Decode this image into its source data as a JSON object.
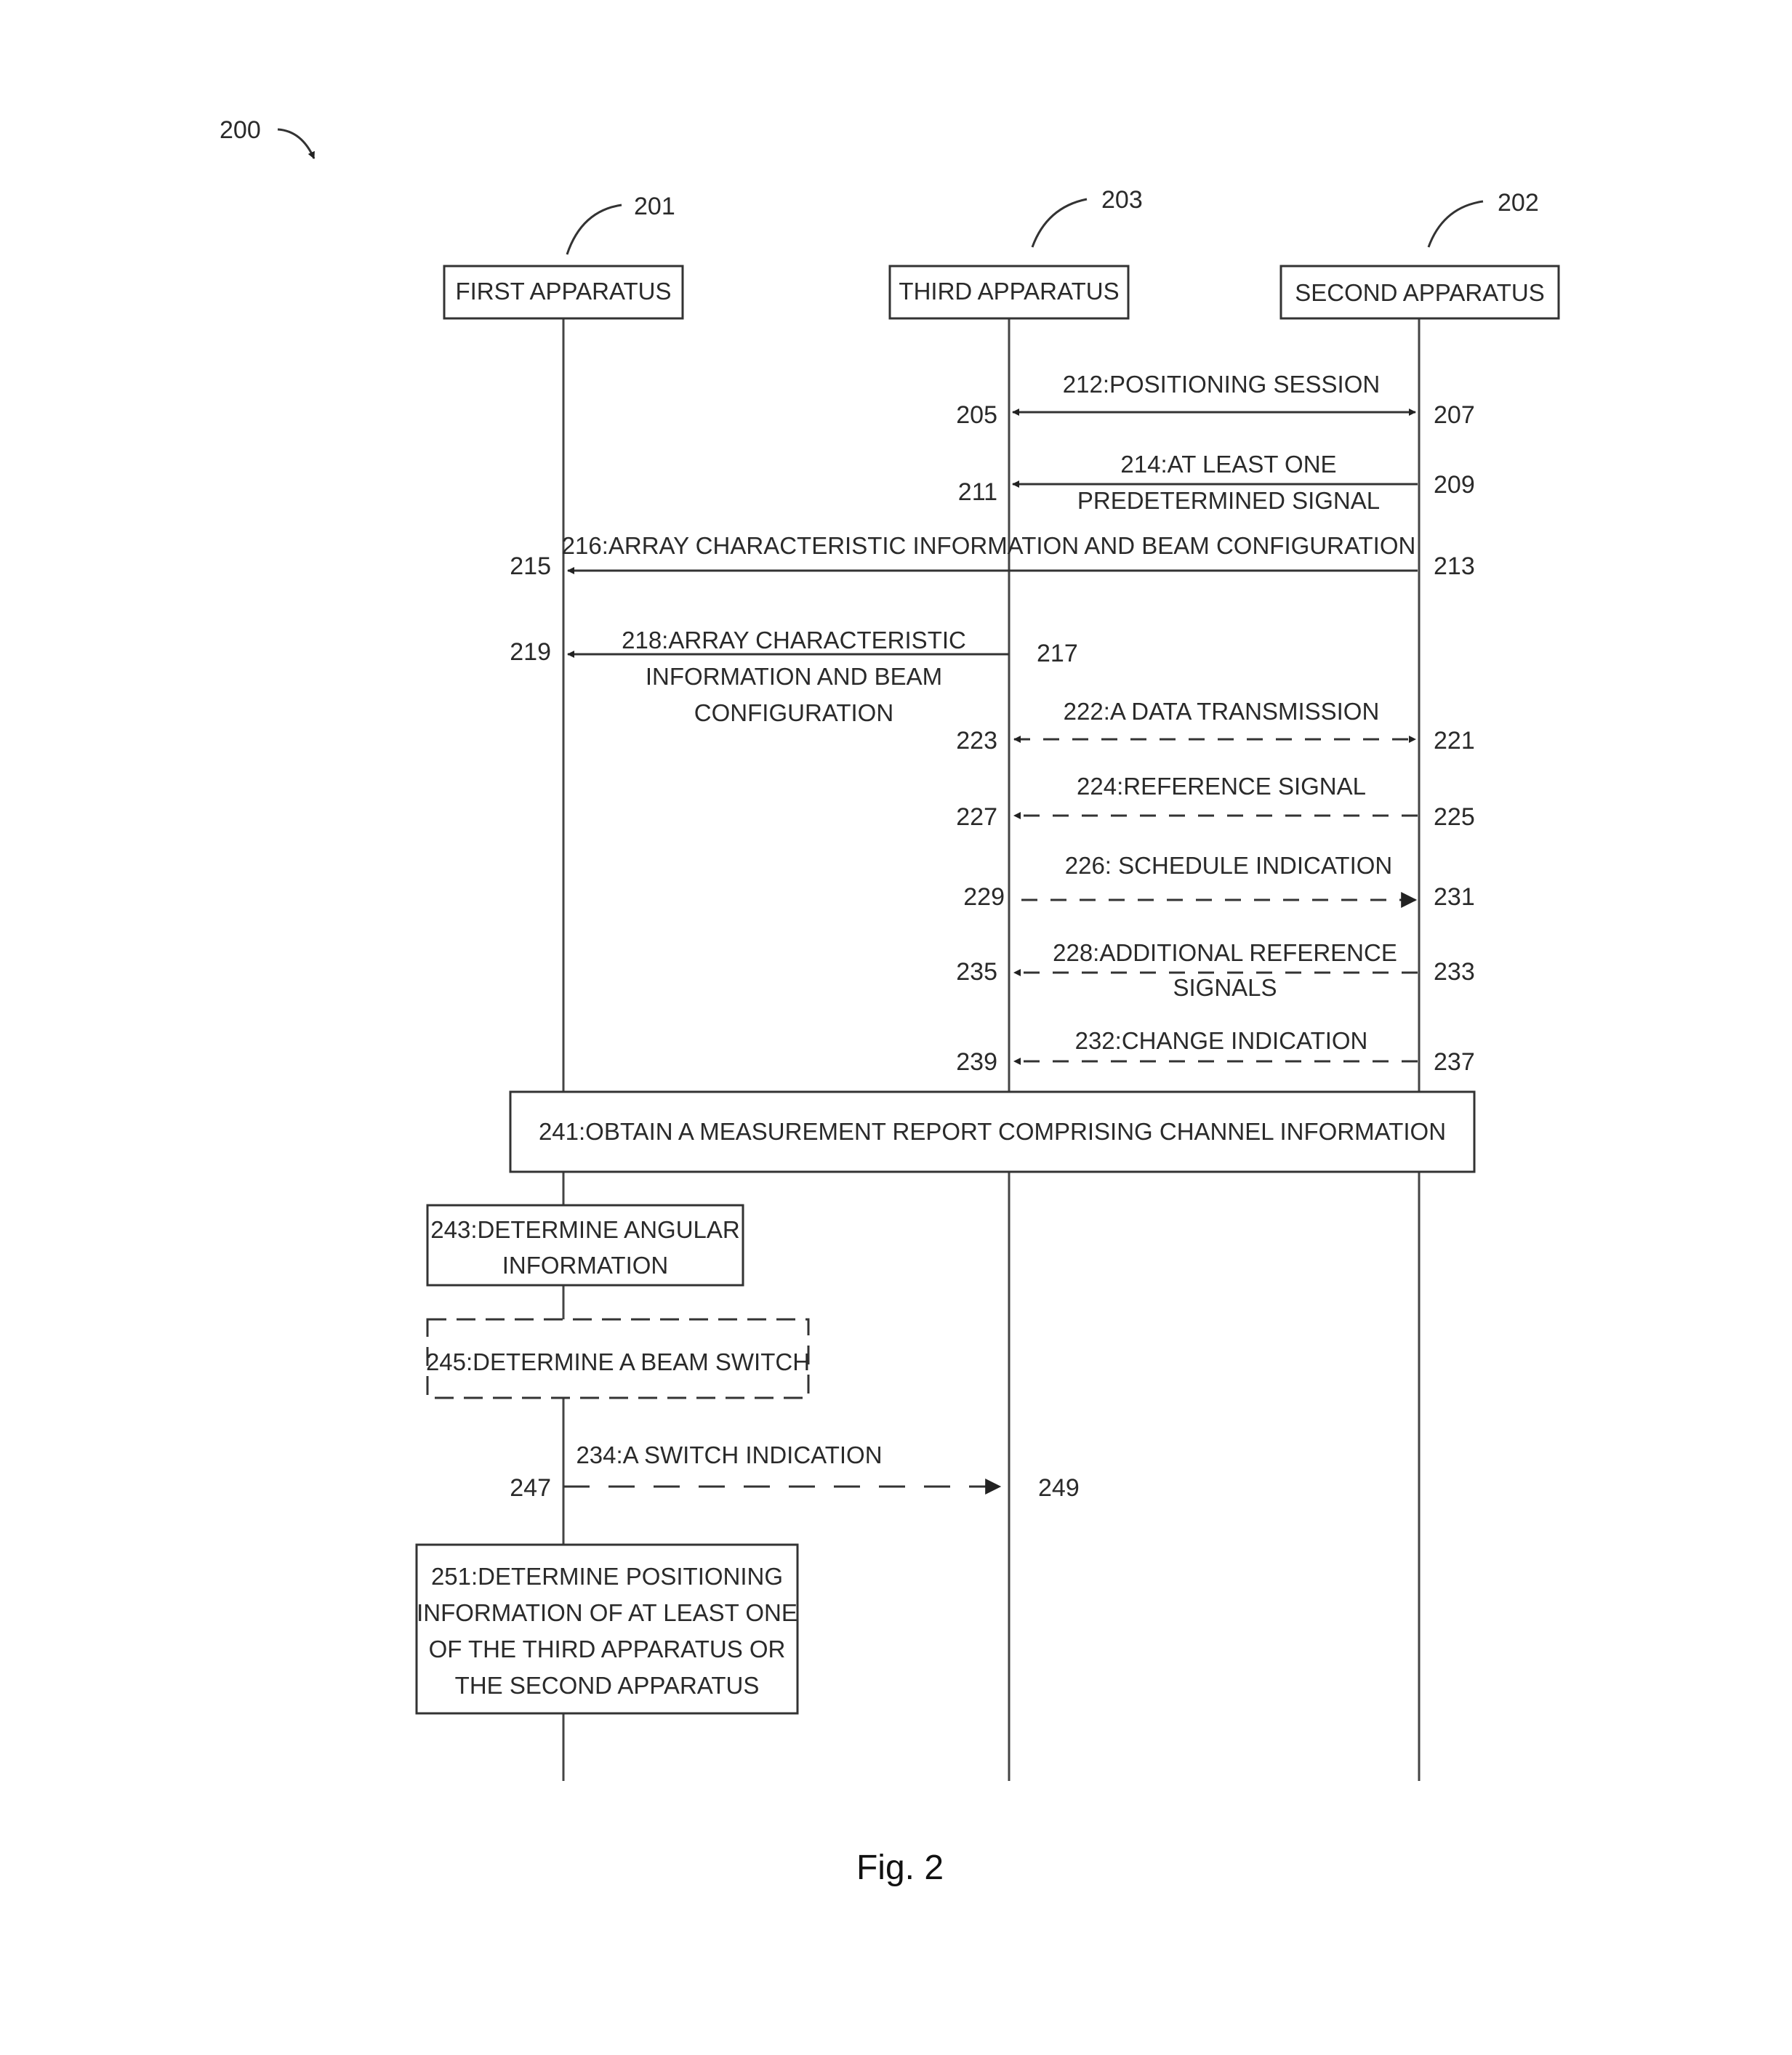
{
  "figure": {
    "number": "200",
    "caption": "Fig. 2"
  },
  "entities": [
    {
      "ref": "201",
      "label": "FIRST APPARATUS"
    },
    {
      "ref": "203",
      "label": "THIRD APPARATUS"
    },
    {
      "ref": "202",
      "label": "SECOND APPARATUS"
    }
  ],
  "messages": [
    {
      "lines": [
        "212:POSITIONING SESSION"
      ],
      "from_ref": "207",
      "to_ref": "205"
    },
    {
      "lines": [
        "214:AT LEAST ONE",
        "PREDETERMINED SIGNAL"
      ],
      "from_ref": "209",
      "to_ref": "211"
    },
    {
      "lines": [
        "216:ARRAY CHARACTERISTIC INFORMATION  AND  BEAM CONFIGURATION"
      ],
      "from_ref": "213",
      "to_ref": "215"
    },
    {
      "lines": [
        "218:ARRAY CHARACTERISTIC",
        "INFORMATION  AND BEAM",
        "CONFIGURATION"
      ],
      "from_ref": "217",
      "to_ref": "219"
    },
    {
      "lines": [
        "222:A DATA TRANSMISSION"
      ],
      "from_ref": "221",
      "to_ref": "223"
    },
    {
      "lines": [
        "224:REFERENCE SIGNAL"
      ],
      "from_ref": "225",
      "to_ref": "227"
    },
    {
      "lines": [
        "226: SCHEDULE INDICATION"
      ],
      "from_ref": "229",
      "to_ref": "231"
    },
    {
      "lines": [
        "228:ADDITIONAL REFERENCE",
        "SIGNALS"
      ],
      "from_ref": "233",
      "to_ref": "235"
    },
    {
      "lines": [
        "232:CHANGE INDICATION"
      ],
      "from_ref": "237",
      "to_ref": "239"
    },
    {
      "lines": [
        "234:A SWITCH INDICATION"
      ],
      "from_ref": "247",
      "to_ref": "249"
    }
  ],
  "steps": [
    {
      "lines": [
        "241:OBTAIN A MEASUREMENT REPORT COMPRISING CHANNEL INFORMATION"
      ]
    },
    {
      "lines": [
        "243:DETERMINE ANGULAR",
        "INFORMATION"
      ]
    },
    {
      "lines": [
        "245:DETERMINE  A BEAM SWITCH"
      ]
    },
    {
      "lines": [
        "251:DETERMINE POSITIONING",
        "INFORMATION OF AT LEAST ONE",
        "OF THE THIRD APPARATUS OR",
        "THE SECOND APPARATUS"
      ]
    }
  ]
}
